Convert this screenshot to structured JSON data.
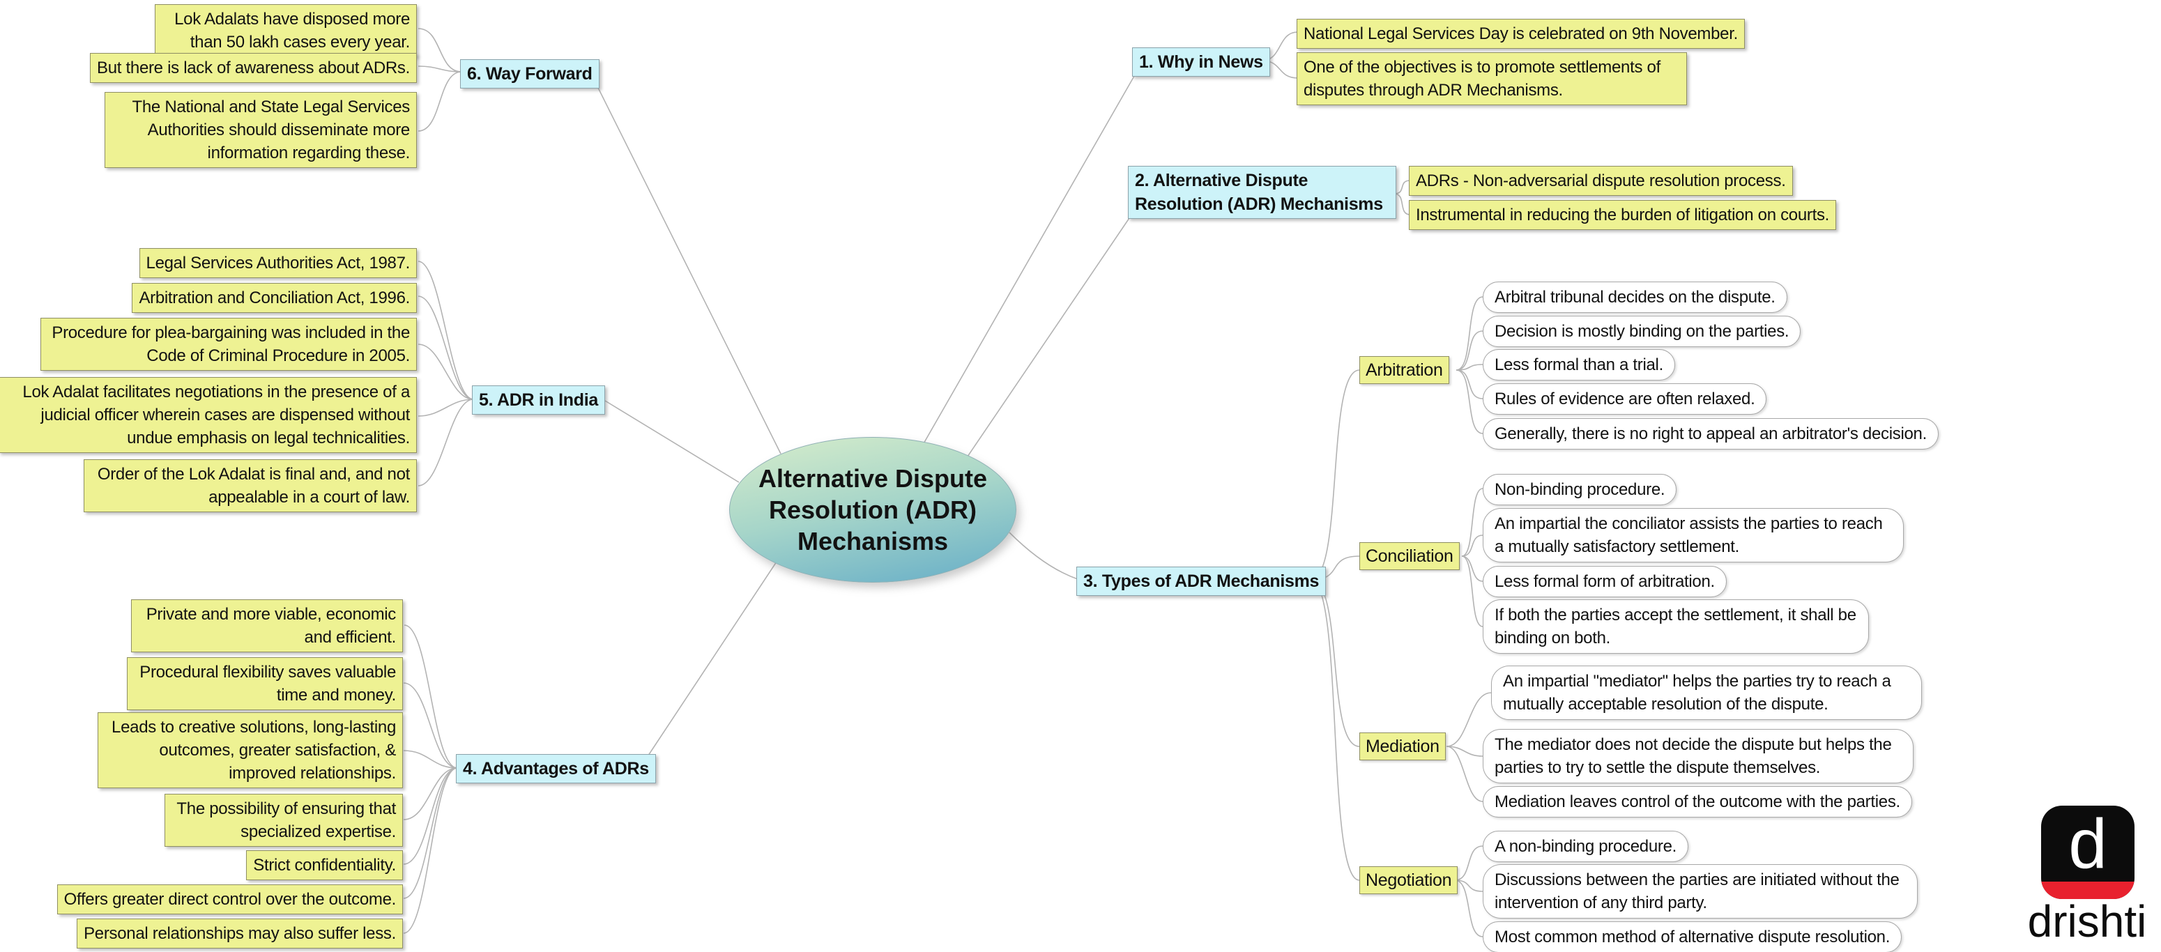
{
  "center": {
    "label": "Alternative Dispute Resolution (ADR) Mechanisms"
  },
  "branches": {
    "why_in_news": {
      "label": "1. Why in News",
      "notes": [
        "National Legal Services Day is celebrated on 9th November.",
        "One of the objectives is to promote settlements of disputes through ADR Mechanisms."
      ]
    },
    "adr_mechanisms": {
      "label": "2. Alternative Dispute Resolution (ADR) Mechanisms",
      "notes": [
        "ADRs - Non-adversarial dispute resolution process.",
        "Instrumental in reducing the burden of litigation on courts."
      ]
    },
    "types": {
      "label": "3. Types of ADR Mechanisms",
      "subtypes": {
        "arbitration": {
          "label": "Arbitration",
          "points": [
            "Arbitral tribunal decides on the dispute.",
            "Decision is mostly binding on the parties.",
            "Less formal than a trial.",
            "Rules of evidence are often relaxed.",
            "Generally, there is no right to appeal an arbitrator's decision."
          ]
        },
        "conciliation": {
          "label": "Conciliation",
          "points": [
            "Non-binding procedure.",
            "An impartial the conciliator assists the parties to reach a mutually satisfactory settlement.",
            "Less formal form of arbitration.",
            "If both the parties accept the settlement, it shall be binding on both."
          ]
        },
        "mediation": {
          "label": "Mediation",
          "points": [
            "An impartial \"mediator\" helps the parties try to reach a mutually acceptable resolution of the dispute.",
            "The mediator does not decide the dispute but helps the parties to try to settle the dispute themselves.",
            "Mediation leaves control of the outcome with the parties."
          ]
        },
        "negotiation": {
          "label": "Negotiation",
          "points": [
            "A non-binding procedure.",
            "Discussions between the parties are initiated without the intervention of any third party.",
            "Most common method of alternative dispute resolution."
          ]
        }
      }
    },
    "advantages": {
      "label": "4. Advantages of ADRs",
      "notes": [
        "Private and more viable, economic and efficient.",
        "Procedural flexibility saves valuable time and money.",
        "Leads to creative solutions, long-lasting outcomes, greater satisfaction, & improved relationships.",
        "The possibility of ensuring that specialized expertise.",
        "Strict confidentiality.",
        "Offers greater direct control over the outcome.",
        "Personal relationships may also suffer less."
      ]
    },
    "adr_in_india": {
      "label": "5. ADR in India",
      "notes": [
        "Legal Services Authorities Act, 1987.",
        "Arbitration and Conciliation Act, 1996.",
        "Procedure for plea-bargaining was included in the Code of Criminal Procedure in 2005.",
        "Lok Adalat facilitates negotiations in the presence of a judicial officer wherein cases are dispensed without undue emphasis on legal technicalities.",
        "Order of the Lok Adalat is final and, and not appealable in a court of law."
      ]
    },
    "way_forward": {
      "label": "6. Way Forward",
      "notes": [
        "Lok Adalats have disposed more than 50 lakh cases every year.",
        "But there is lack of awareness about ADRs.",
        "The National and State Legal Services Authorities should disseminate more information regarding these."
      ]
    }
  },
  "logo": {
    "brand": "drishti",
    "icon_letter": "d"
  },
  "colors": {
    "note_fill": "#eef293",
    "branch_fill": "#cdf3f9",
    "line": "#b3b3b3",
    "logo_red": "#e8212e"
  }
}
